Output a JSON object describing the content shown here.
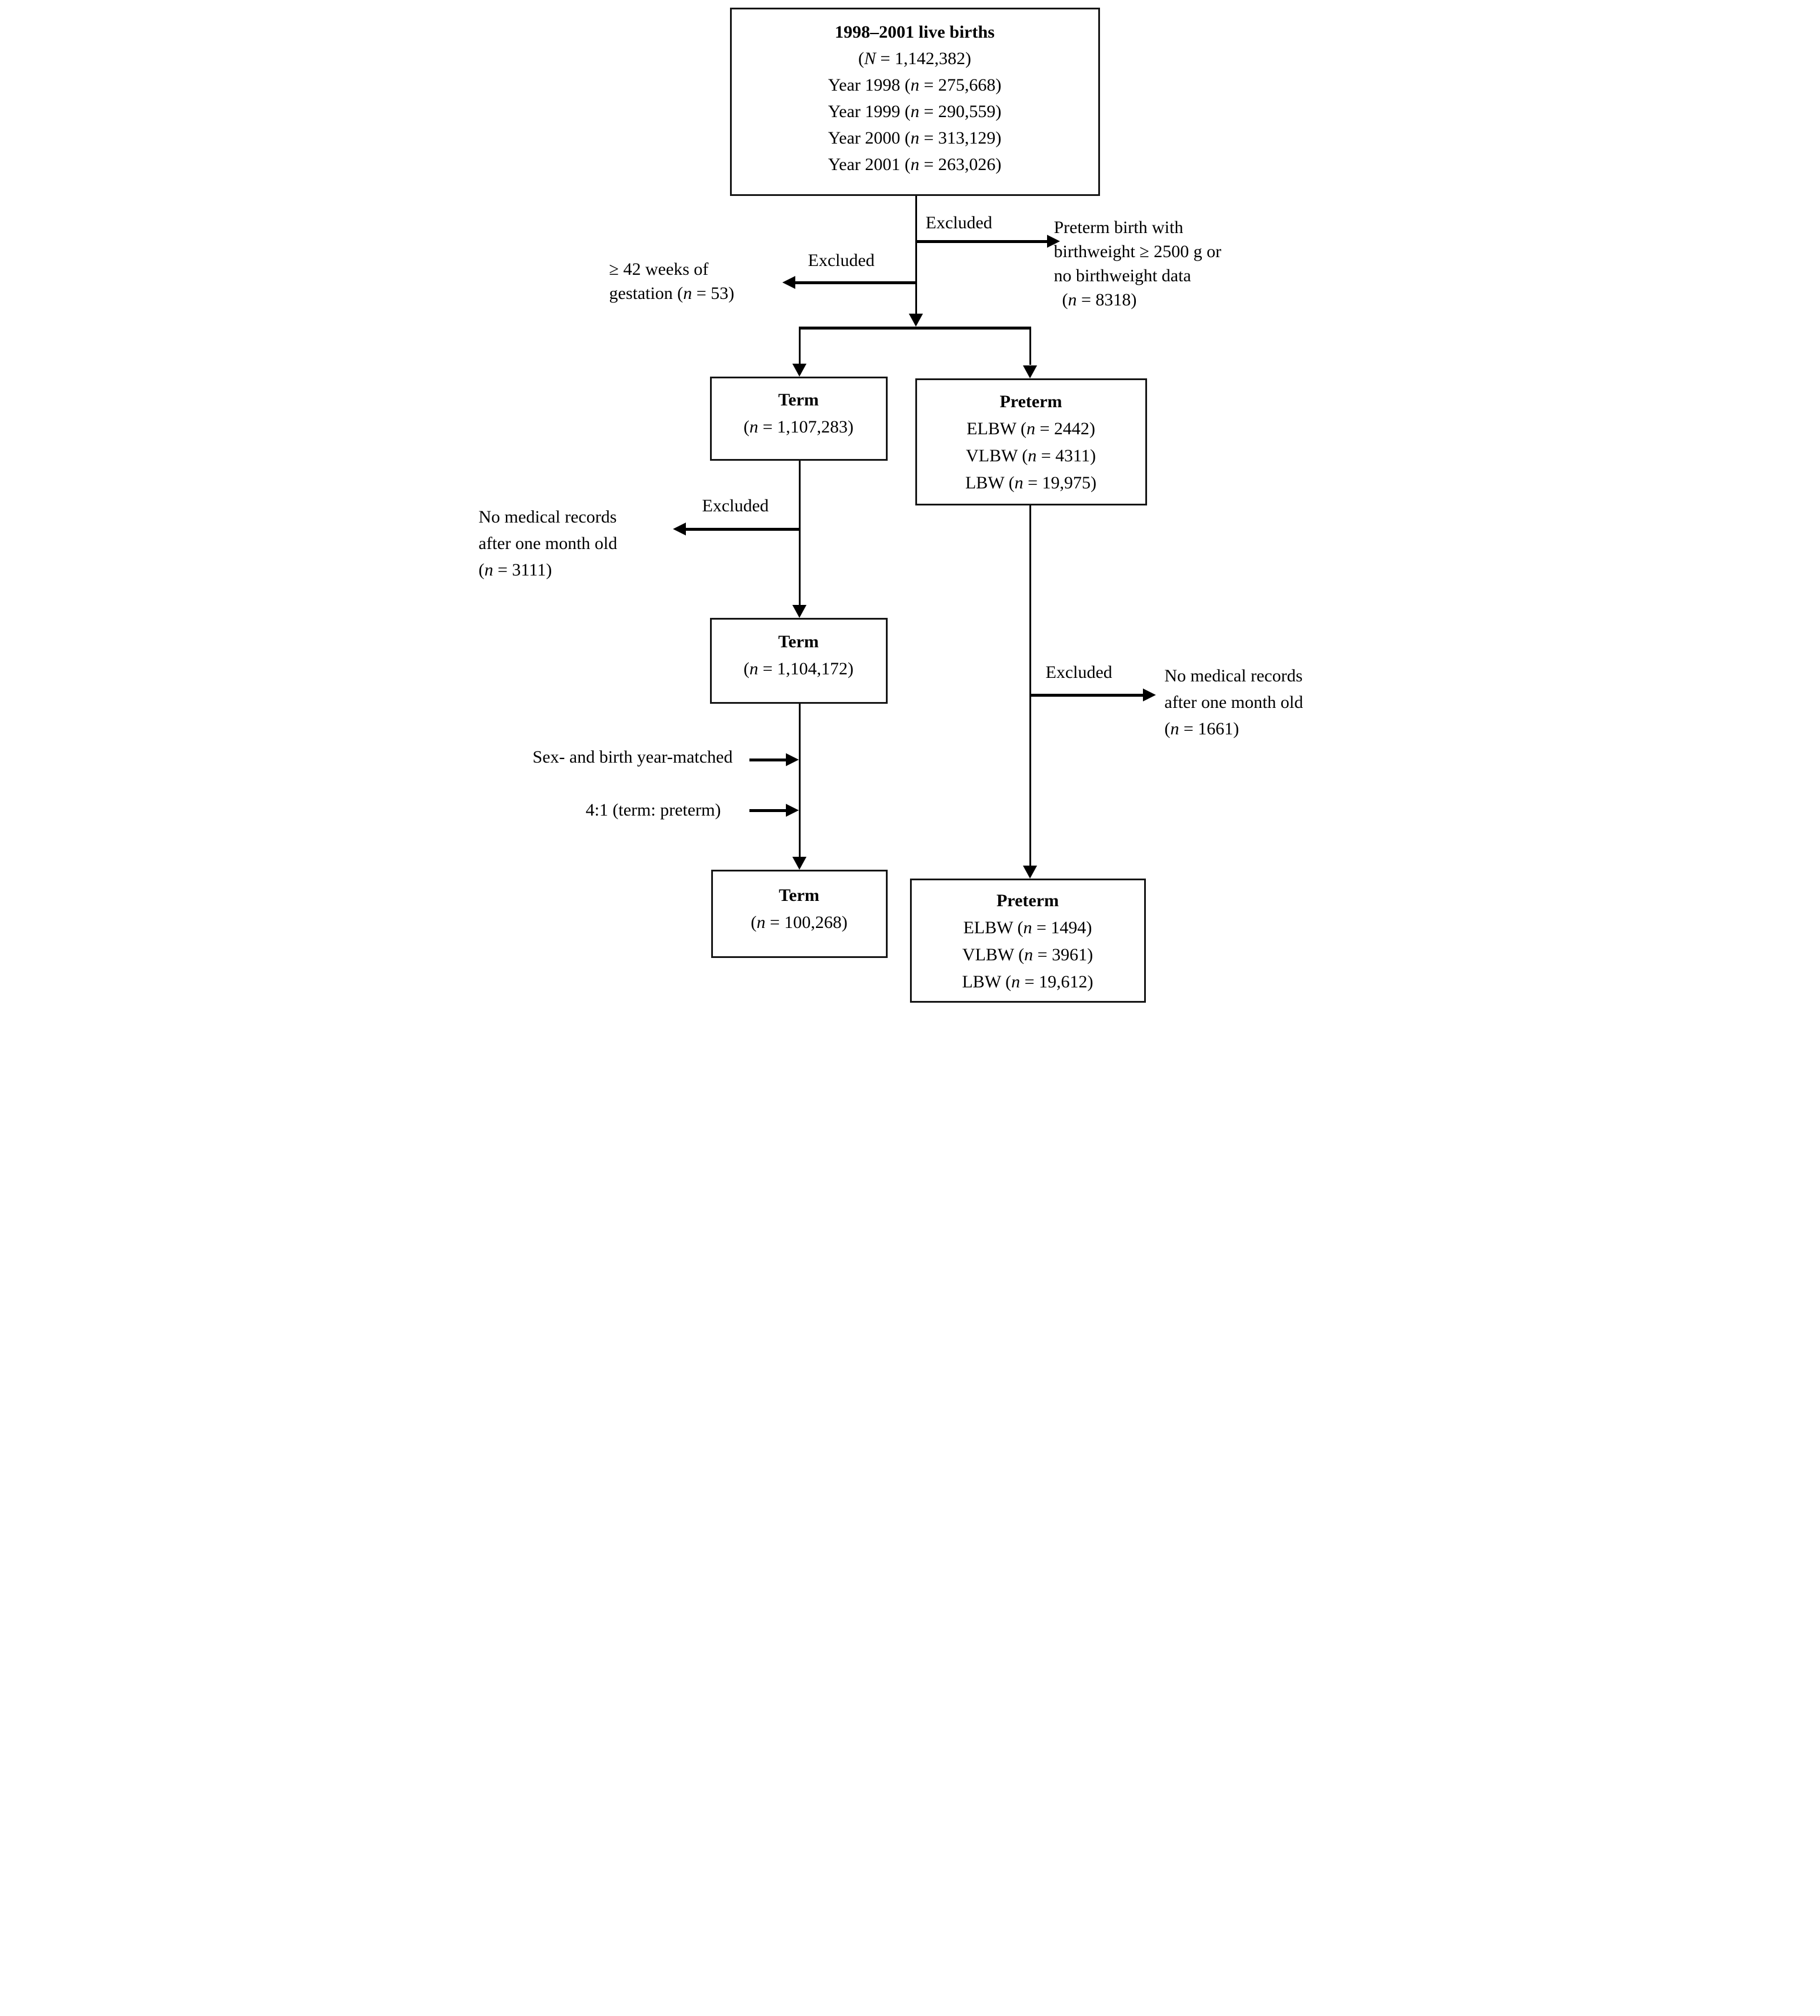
{
  "colors": {
    "background": "#ffffff",
    "line": "#000000",
    "box_border": "#161616",
    "text": "#000000"
  },
  "flow": {
    "top_box": {
      "title": "1998–2001 live births",
      "total": {
        "a": "(",
        "i": "N",
        "b": " = 1,142,382)"
      },
      "years": [
        {
          "a": "Year 1998 (",
          "i": "n",
          "b": " = 275,668)"
        },
        {
          "a": "Year 1999 (",
          "i": "n",
          "b": " = 290,559)"
        },
        {
          "a": "Year 2000 (",
          "i": "n",
          "b": " = 313,129)"
        },
        {
          "a": "Year 2001 (",
          "i": "n",
          "b": " = 263,026)"
        }
      ]
    },
    "exclusion_birthweight": {
      "label": "Excluded",
      "line1": "Preterm birth with",
      "line2": "birthweight ≥ 2500 g or",
      "line3": "no birthweight data",
      "n": {
        "a": "(",
        "i": "n",
        "b": " = 8318)"
      }
    },
    "exclusion_gestation": {
      "label": "Excluded",
      "line1": "≥ 42 weeks of",
      "n": {
        "a": "gestation (",
        "i": "n",
        "b": " = 53)"
      }
    },
    "term_box_1": {
      "title": "Term",
      "n": {
        "a": "(",
        "i": "n",
        "b": " = 1,107,283)"
      }
    },
    "preterm_box_1": {
      "title": "Preterm",
      "rows": [
        {
          "a": "ELBW (",
          "i": "n",
          "b": " = 2442)"
        },
        {
          "a": "VLBW (",
          "i": "n",
          "b": " = 4311)"
        },
        {
          "a": "LBW (",
          "i": "n",
          "b": " = 19,975)"
        }
      ]
    },
    "exclusion_records_term": {
      "label": "Excluded",
      "line1": "No medical records",
      "line2": "after one month old",
      "n": {
        "a": "(",
        "i": "n",
        "b": " = 3111)"
      }
    },
    "term_box_2": {
      "title": "Term",
      "n": {
        "a": "(",
        "i": "n",
        "b": " = 1,104,172)"
      }
    },
    "exclusion_records_preterm": {
      "label": "Excluded",
      "line1": "No medical records",
      "line2": "after one month old",
      "n": {
        "a": "(",
        "i": "n",
        "b": " = 1661)"
      }
    },
    "matching": {
      "line1": "Sex- and birth year-matched",
      "line2": "4:1 (term: preterm)"
    },
    "term_box_3": {
      "title": "Term",
      "n": {
        "a": "(",
        "i": "n",
        "b": " = 100,268)"
      }
    },
    "preterm_box_2": {
      "title": "Preterm",
      "rows": [
        {
          "a": "ELBW (",
          "i": "n",
          "b": " = 1494)"
        },
        {
          "a": "VLBW (",
          "i": "n",
          "b": " = 3961)"
        },
        {
          "a": "LBW (",
          "i": "n",
          "b": " = 19,612)"
        }
      ]
    }
  }
}
